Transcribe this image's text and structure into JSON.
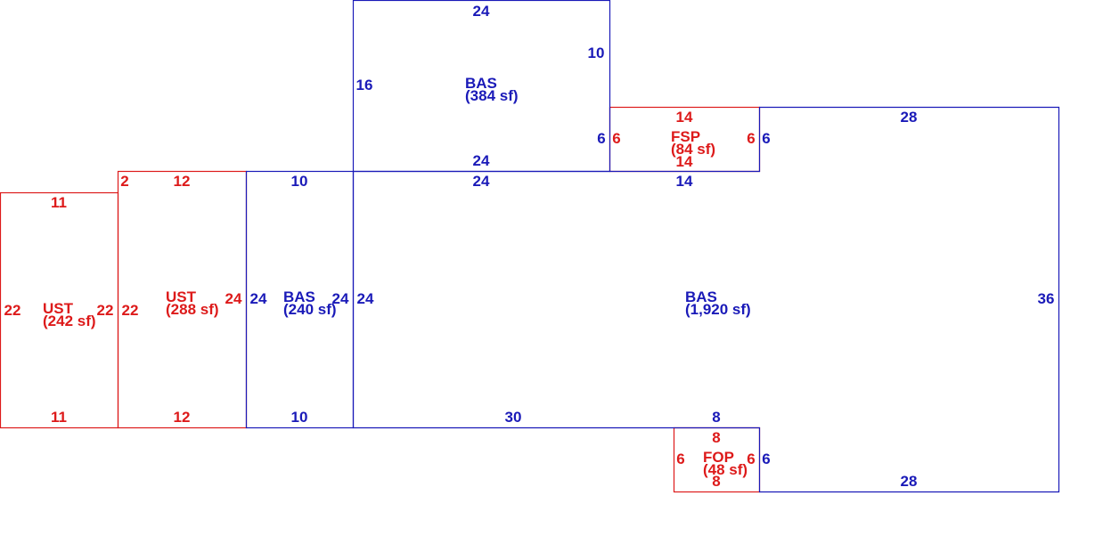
{
  "colors": {
    "living": "#1a1ab8",
    "other": "#dd1a1a"
  },
  "areas": [
    {
      "id": "bas-upper",
      "type": "BAS",
      "area": "(384 sf)",
      "kind": "living"
    },
    {
      "id": "bas-main",
      "type": "BAS",
      "area": "(1,920 sf)",
      "kind": "living"
    },
    {
      "id": "bas-small",
      "type": "BAS",
      "area": "(240 sf)",
      "kind": "living"
    },
    {
      "id": "ust-middle",
      "type": "UST",
      "area": "(288 sf)",
      "kind": "other"
    },
    {
      "id": "ust-left",
      "type": "UST",
      "area": "(242 sf)",
      "kind": "other"
    },
    {
      "id": "fsp",
      "type": "FSP",
      "area": "(84 sf)",
      "kind": "other"
    },
    {
      "id": "fop",
      "type": "FOP",
      "area": "(48 sf)",
      "kind": "other"
    }
  ],
  "dimensions": {
    "bas_upper_top": "24",
    "bas_upper_left": "16",
    "bas_upper_right": "10",
    "bas_upper_right_lower": "6",
    "bas_upper_bottom": "24",
    "fsp_top": "14",
    "fsp_left": "6",
    "fsp_right": "6",
    "fsp_bottom": "14",
    "bas_main_top_left": "24",
    "bas_main_top_mid": "14",
    "bas_main_top_right": "28",
    "bas_main_notch_right": "6",
    "bas_main_right": "36",
    "bas_main_left": "24",
    "bas_main_bottom_left": "30",
    "bas_main_bottom_notch": "8",
    "bas_main_notch_side": "6",
    "bas_main_bottom_right": "28",
    "fop_top": "8",
    "fop_left": "6",
    "fop_right": "6",
    "fop_bottom": "8",
    "bas_small_top": "10",
    "bas_small_left": "24",
    "bas_small_right": "24",
    "bas_small_bottom": "10",
    "ust_mid_small": "2",
    "ust_mid_top": "12",
    "ust_mid_left": "22",
    "ust_mid_right": "24",
    "ust_mid_bottom": "12",
    "ust_left_top": "11",
    "ust_left_left": "22",
    "ust_left_right": "22",
    "ust_left_bottom": "11"
  }
}
